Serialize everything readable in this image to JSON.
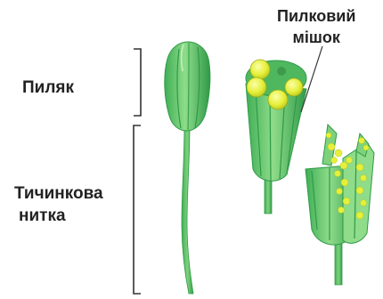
{
  "labels": {
    "anther": "Пиляк",
    "filament_line1": "Тичинкова",
    "filament_line2": "нитка",
    "pollen_sac_line1": "Пилковий",
    "pollen_sac_line2": "мішок"
  },
  "colors": {
    "stamen_green": "#5cc36a",
    "stamen_light": "#8fdc8a",
    "stamen_dark": "#2f9a48",
    "pollen_yellow": "#e6ef3a",
    "bracket": "#333333",
    "text": "#222222"
  }
}
